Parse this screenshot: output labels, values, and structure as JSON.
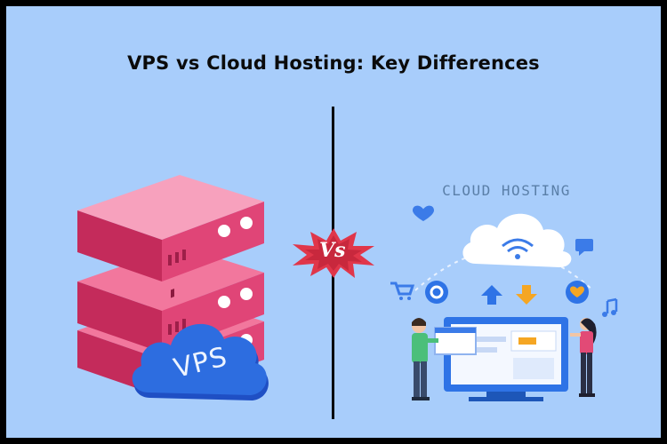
{
  "header": {
    "title": "VPS vs Cloud Hosting: Key Differences"
  },
  "left": {
    "badge_label": "VPS"
  },
  "center": {
    "vs_label": "Vs"
  },
  "right": {
    "heading": "CLOUD HOSTING"
  },
  "colors": {
    "background": "#a8cdfb",
    "server": "#d93a6a",
    "vps_cloud": "#2d6de0",
    "vs_burst": "#e0364a",
    "illustration_blue": "#2e73e6",
    "accent_orange": "#f5a623"
  },
  "icons": [
    "heart-icon",
    "wifi-icon",
    "chat-icon",
    "cart-icon",
    "gear-icon",
    "arrow-up-icon",
    "arrow-down-icon",
    "music-note-icon"
  ]
}
